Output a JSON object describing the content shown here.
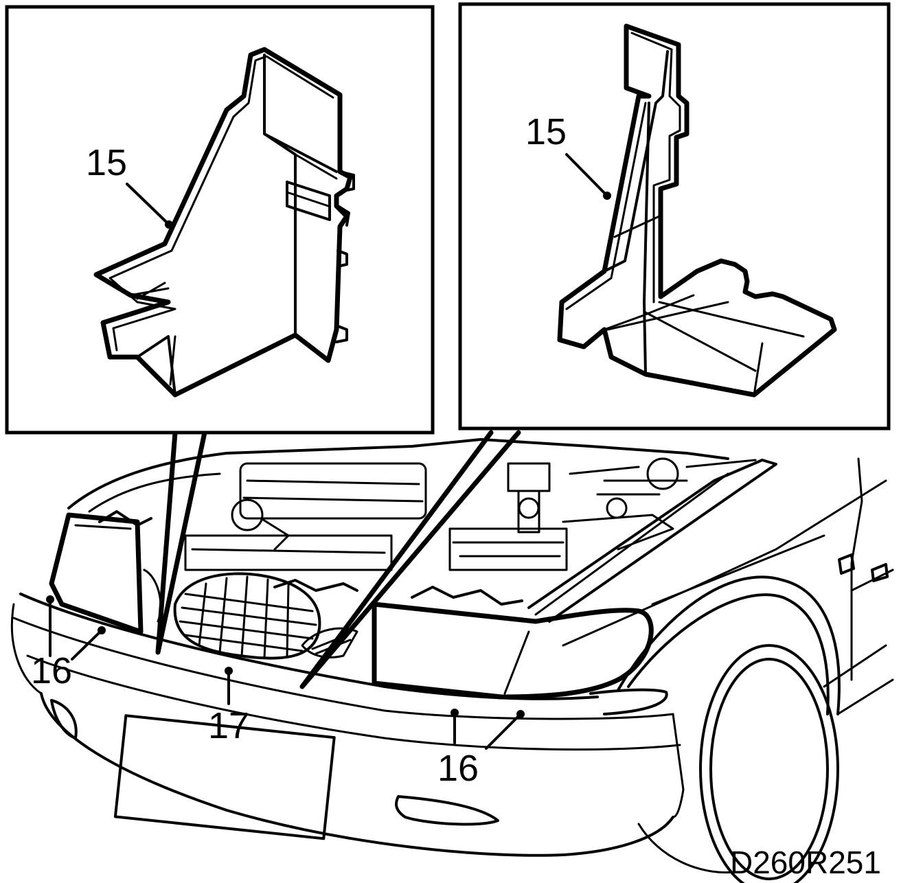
{
  "callouts": {
    "bracket_left": "15",
    "bracket_right": "15",
    "front_left_marker": "16",
    "bumper_cover": "17",
    "front_right_marker": "16"
  },
  "diagram_code": "D260R251",
  "colors": {
    "line": "#000000",
    "background": "#ffffff"
  }
}
